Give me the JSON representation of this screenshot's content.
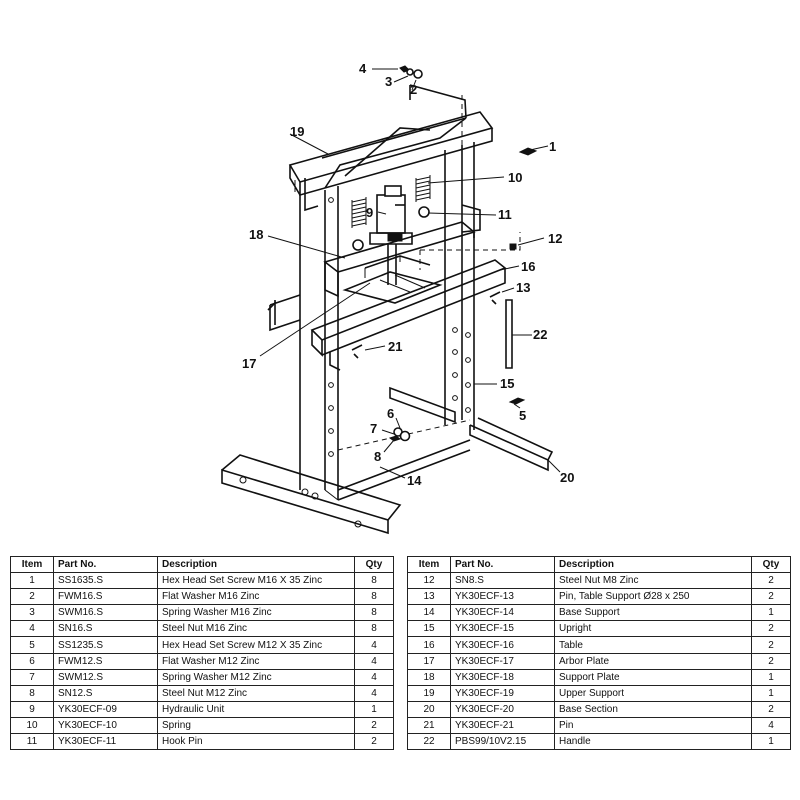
{
  "callouts": [
    "1",
    "2",
    "3",
    "4",
    "5",
    "6",
    "7",
    "8",
    "9",
    "10",
    "11",
    "12",
    "13",
    "14",
    "15",
    "16",
    "17",
    "18",
    "19",
    "20",
    "21",
    "22"
  ],
  "table": {
    "headers": {
      "item": "Item",
      "part_no": "Part No.",
      "description": "Description",
      "qty": "Qty"
    },
    "left_rows": [
      {
        "item": "1",
        "part_no": "SS1635.S",
        "description": "Hex Head Set Screw M16 X 35 Zinc",
        "qty": "8"
      },
      {
        "item": "2",
        "part_no": "FWM16.S",
        "description": "Flat Washer M16 Zinc",
        "qty": "8"
      },
      {
        "item": "3",
        "part_no": "SWM16.S",
        "description": "Spring Washer M16 Zinc",
        "qty": "8"
      },
      {
        "item": "4",
        "part_no": "SN16.S",
        "description": "Steel Nut M16 Zinc",
        "qty": "8"
      },
      {
        "item": "5",
        "part_no": "SS1235.S",
        "description": "Hex Head Set Screw M12 X 35 Zinc",
        "qty": "4"
      },
      {
        "item": "6",
        "part_no": "FWM12.S",
        "description": "Flat Washer M12 Zinc",
        "qty": "4"
      },
      {
        "item": "7",
        "part_no": "SWM12.S",
        "description": "Spring Washer M12 Zinc",
        "qty": "4"
      },
      {
        "item": "8",
        "part_no": "SN12.S",
        "description": "Steel Nut M12 Zinc",
        "qty": "4"
      },
      {
        "item": "9",
        "part_no": "YK30ECF-09",
        "description": "Hydraulic Unit",
        "qty": "1"
      },
      {
        "item": "10",
        "part_no": "YK30ECF-10",
        "description": "Spring",
        "qty": "2"
      },
      {
        "item": "11",
        "part_no": "YK30ECF-11",
        "description": "Hook Pin",
        "qty": "2"
      }
    ],
    "right_rows": [
      {
        "item": "12",
        "part_no": "SN8.S",
        "description": "Steel Nut M8 Zinc",
        "qty": "2"
      },
      {
        "item": "13",
        "part_no": "YK30ECF-13",
        "description": "Pin, Table Support Ø28 x 250",
        "qty": "2"
      },
      {
        "item": "14",
        "part_no": "YK30ECF-14",
        "description": "Base Support",
        "qty": "1"
      },
      {
        "item": "15",
        "part_no": "YK30ECF-15",
        "description": "Upright",
        "qty": "2"
      },
      {
        "item": "16",
        "part_no": "YK30ECF-16",
        "description": "Table",
        "qty": "2"
      },
      {
        "item": "17",
        "part_no": "YK30ECF-17",
        "description": "Arbor Plate",
        "qty": "2"
      },
      {
        "item": "18",
        "part_no": "YK30ECF-18",
        "description": "Support Plate",
        "qty": "1"
      },
      {
        "item": "19",
        "part_no": "YK30ECF-19",
        "description": "Upper Support",
        "qty": "1"
      },
      {
        "item": "20",
        "part_no": "YK30ECF-20",
        "description": "Base Section",
        "qty": "2"
      },
      {
        "item": "21",
        "part_no": "YK30ECF-21",
        "description": "Pin",
        "qty": "4"
      },
      {
        "item": "22",
        "part_no": "PBS99/10V2.15",
        "description": "Handle",
        "qty": "1"
      }
    ]
  }
}
